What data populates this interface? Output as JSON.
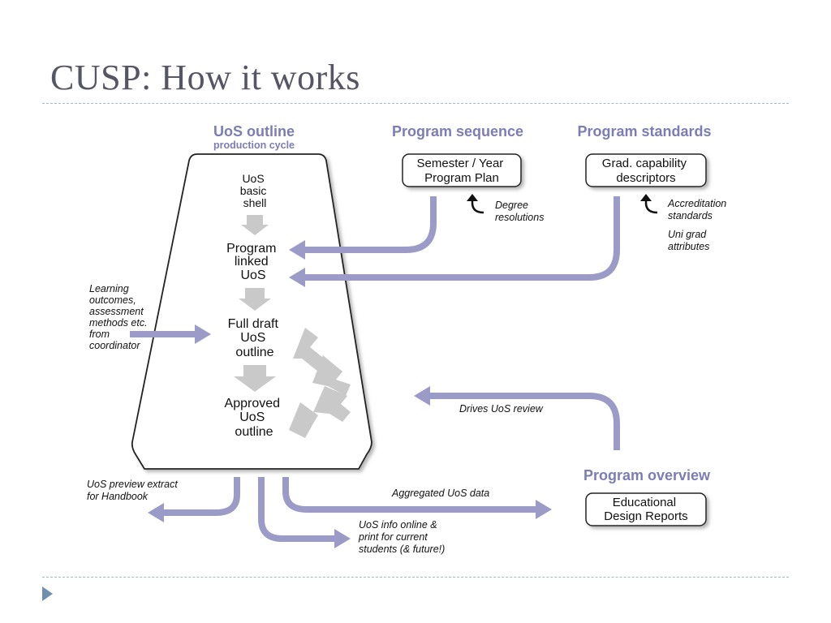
{
  "slide": {
    "title": "CUSP: How it works"
  },
  "headings": {
    "uos_outline": "UoS outline",
    "uos_outline_sub": "production cycle",
    "program_sequence": "Program sequence",
    "program_standards": "Program standards",
    "program_overview": "Program overview"
  },
  "boxes": {
    "program_plan": [
      "Semester / Year",
      "Program Plan"
    ],
    "grad_capability": [
      "Grad. capability",
      "descriptors"
    ],
    "design_reports": [
      "Educational",
      "Design Reports"
    ]
  },
  "stages": {
    "basic_shell": [
      "UoS",
      "basic",
      "shell"
    ],
    "program_linked": [
      "Program",
      "linked",
      "UoS"
    ],
    "full_draft": [
      "Full draft",
      "UoS",
      "outline"
    ],
    "approved": [
      "Approved",
      "UoS",
      "outline"
    ]
  },
  "notes": {
    "degree_resolutions": [
      "Degree",
      "resolutions"
    ],
    "accreditation": [
      "Accreditation",
      "standards"
    ],
    "uni_grad": [
      "Uni grad",
      "attributes"
    ],
    "learning_outcomes": [
      "Learning",
      "outcomes,",
      "assessment",
      "methods etc.",
      "from",
      "coordinator"
    ],
    "drives_review": "Drives UoS review",
    "preview_extract": [
      "UoS preview extract",
      "for Handbook"
    ],
    "aggregated_data": "Aggregated UoS data",
    "info_online": [
      "UoS info online &",
      "print for current",
      "students (& future!)"
    ]
  },
  "colors": {
    "accent": "#7b7db3",
    "flow": "#9c9bc7",
    "title": "#555566",
    "cycle_arrows": "#c9c9c9"
  }
}
